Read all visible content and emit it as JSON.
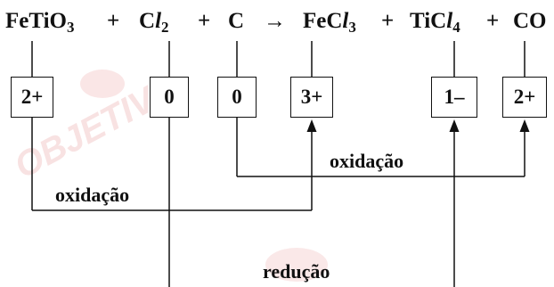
{
  "equation": {
    "terms": [
      {
        "base": "FeTiO",
        "sub": "3"
      },
      {
        "base": "C",
        "ital": "l",
        "sub": "2"
      },
      {
        "base": "C"
      },
      {
        "base": "FeC",
        "ital": "l",
        "sub": "3"
      },
      {
        "base": "TiC",
        "ital": "l",
        "sub": "4"
      },
      {
        "base": "CO"
      }
    ],
    "plus": "+",
    "arrow": "→"
  },
  "oxidation_states": [
    "2+",
    "0",
    "0",
    "3+",
    "1–",
    "2+"
  ],
  "labels": {
    "oxidation_upper": "oxidação",
    "oxidation_lower": "oxidação",
    "reduction": "redução"
  },
  "watermark": "OBJETIVO",
  "colors": {
    "ink": "#111111",
    "watermark": "#f3cccc"
  }
}
